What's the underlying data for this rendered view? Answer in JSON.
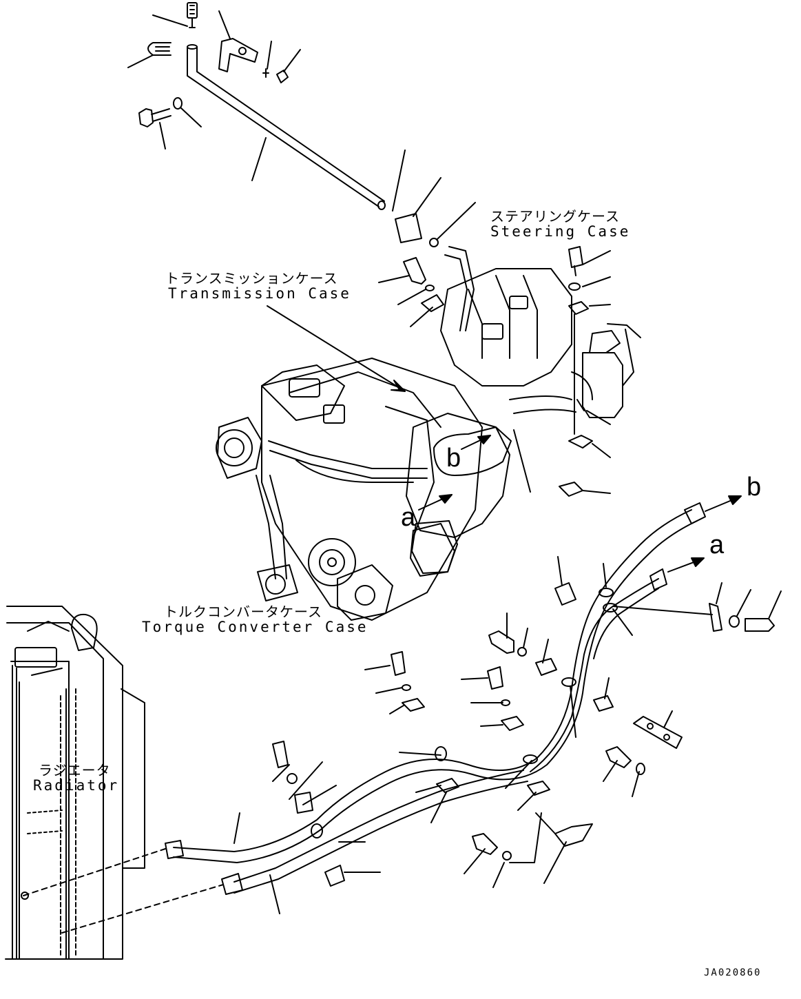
{
  "labels": {
    "steering_jp": "ステアリングケース",
    "steering_en": "Steering Case",
    "transmission_jp": "トランスミッションケース",
    "transmission_en": "Transmission Case",
    "torque_jp": "トルクコンバータケース",
    "torque_en": "Torque Converter Case",
    "radiator_jp": "ラジエータ",
    "radiator_en": "Radiator"
  },
  "callouts": {
    "a_engine": "a",
    "b_engine": "b",
    "a_hose": "a",
    "b_hose": "b"
  },
  "drawing_code": "JA020860"
}
